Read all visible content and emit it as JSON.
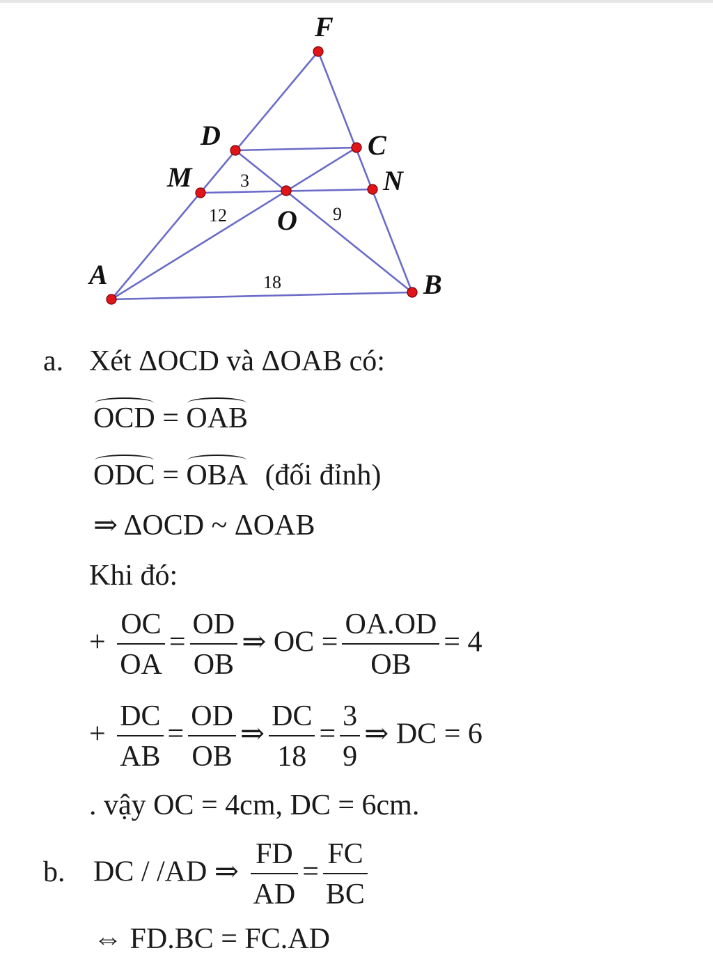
{
  "figure": {
    "points": {
      "F": "F",
      "D": "D",
      "C": "C",
      "M": "M",
      "N": "N",
      "O": "O",
      "A": "A",
      "B": "B"
    },
    "lengths": {
      "MO": "3",
      "AO": "12",
      "OB": "9",
      "AB": "18"
    }
  },
  "part_a": {
    "marker": "a.",
    "intro": "Xét ΔOCD và ΔOAB có:",
    "eq1_left": "OCD",
    "eq1_eq": "=",
    "eq1_right": "OAB",
    "eq2_left": "ODC",
    "eq2_eq": "=",
    "eq2_right": "OBA",
    "eq2_note": "(đối đỉnh)",
    "conclusion": "⇒  ΔOCD ~ ΔOAB",
    "then": "Khi đó:",
    "step1": {
      "plus": "+",
      "f1_num": "OC",
      "f1_den": "OA",
      "eq": "=",
      "f2_num": "OD",
      "f2_den": "OB",
      "implies": "⇒ OC =",
      "f3_num": "OA.OD",
      "f3_den": "OB",
      "result": "= 4"
    },
    "step2": {
      "plus": "+",
      "f1_num": "DC",
      "f1_den": "AB",
      "eq": "=",
      "f2_num": "OD",
      "f2_den": "OB",
      "implies": "⇒",
      "f3_num": "DC",
      "f3_den": "18",
      "eq2": "=",
      "f4_num": "3",
      "f4_den": "9",
      "result": "⇒ DC = 6"
    },
    "summary": ". vậy OC = 4cm, DC = 6cm."
  },
  "part_b": {
    "marker": "b.",
    "lead": "DC / /AD ⇒",
    "f1_num": "FD",
    "f1_den": "AD",
    "eq": "=",
    "f2_num": "FC",
    "f2_den": "BC",
    "conclusion": "⇔  FD.BC = FC.AD"
  }
}
